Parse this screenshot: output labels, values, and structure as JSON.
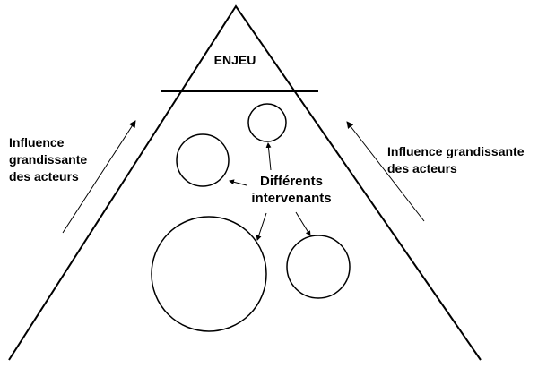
{
  "apex": {
    "label": "ENJEU"
  },
  "center": {
    "line1": "Différents",
    "line2": "intervenants"
  },
  "left_note": {
    "line1": "Influence",
    "line2": "grandissante",
    "line3": "des acteurs"
  },
  "right_note": {
    "line1": "Influence grandissante",
    "line2": "des acteurs"
  },
  "colors": {
    "stroke": "#000000",
    "background": "#ffffff"
  }
}
